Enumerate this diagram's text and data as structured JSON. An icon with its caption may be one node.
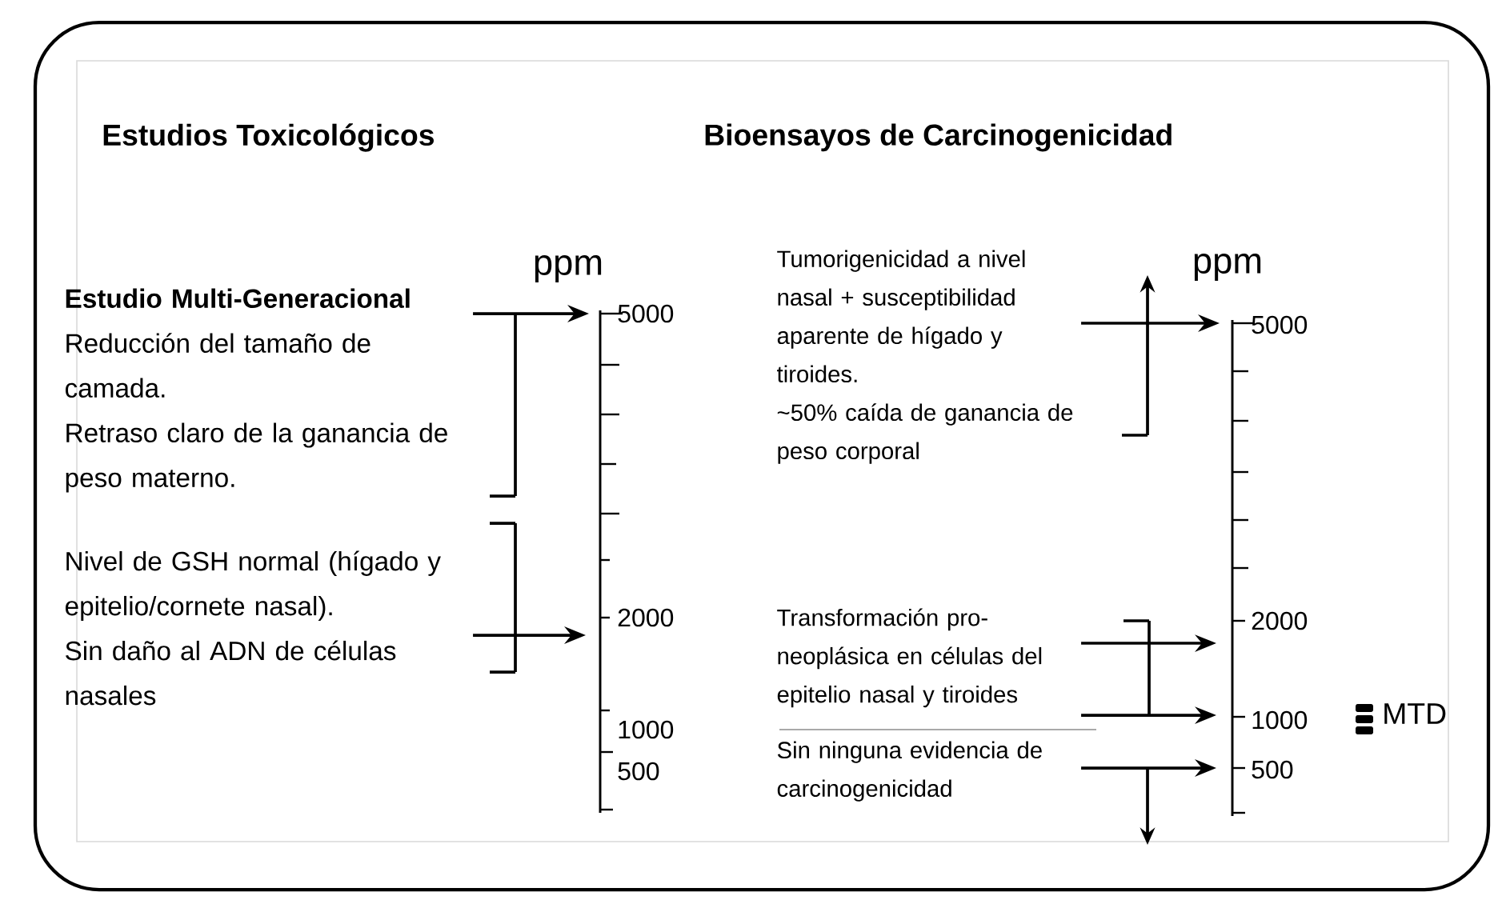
{
  "diagram": {
    "nodes": [
      {
        "text": [
          "Estudio Multi-Generacional",
          "Reducción del tamaño de camada.",
          "Retraso claro de la ganancia de peso materno."
        ]
      },
      {
        "text": [
          "Nivel de GSH normal (hígado y epitelio/cornete nasal).",
          "Sin daño al ADN de células nasales"
        ]
      },
      {
        "text": [
          "Tumorigenicidad a nivel nasal + susceptibilidad aparente de hígado y tiroides.",
          "~50% caída de ganancia de peso corporal"
        ]
      },
      {
        "text": [
          "Transformación pro-neoplásica en células del epitelio nasal y tiroides"
        ]
      },
      {
        "text": [
          "Sin ninguna evidencia de carcinogenicidad"
        ]
      },
      {
        "text": [],
        "shape": "bar"
      },
      {
        "text": [],
        "shape": "bar"
      }
    ],
    "edges": [
      {
        "from": 0,
        "to": 5,
        "arrow": "to"
      },
      {
        "from": 1,
        "to": 5,
        "arrow": "to"
      },
      {
        "from": 2,
        "to": 6,
        "arrow": "to"
      },
      {
        "from": 3,
        "to": 6,
        "arrow": "to"
      },
      {
        "from": 3,
        "to": 6,
        "arrow": "to"
      },
      {
        "from": 4,
        "to": 6,
        "arrow": "to"
      }
    ],
    "labels": [
      "Estudios Toxicológicos",
      "Bioensayos de Carcinogenicidad",
      "ppm",
      "5000",
      "2000",
      "1000",
      "500",
      "ppm",
      "5000",
      "2000",
      "1000",
      "500",
      "MTD"
    ]
  }
}
